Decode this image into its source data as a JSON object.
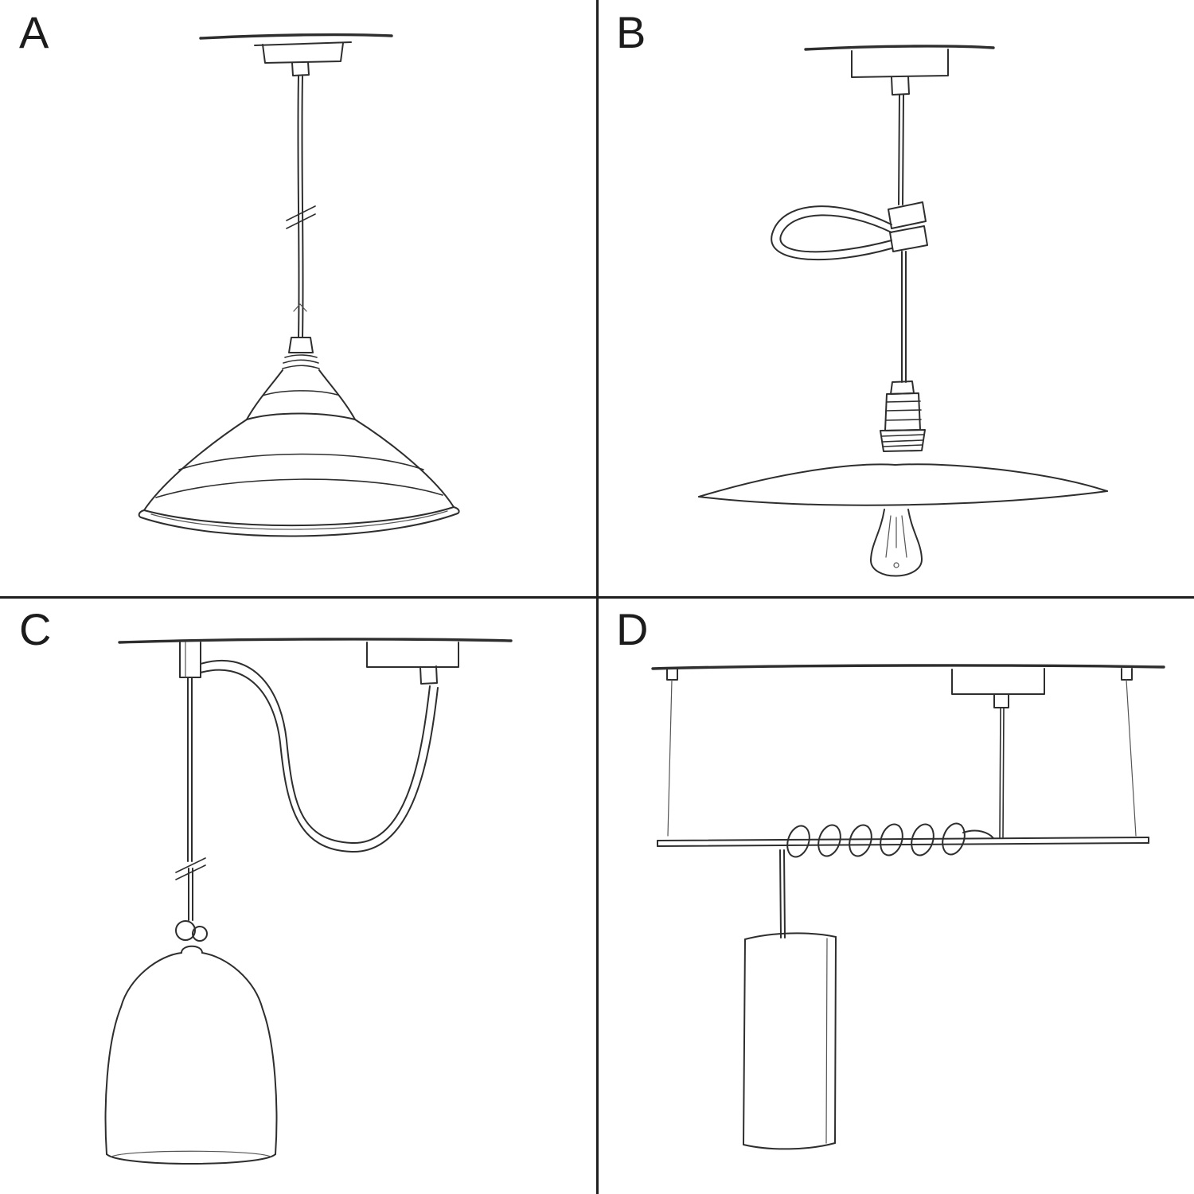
{
  "page": {
    "title": "Pendant lamp installation options sketch sheet"
  },
  "colors": {
    "ink": "#2e2e2e",
    "paper": "#ffffff",
    "divider": "#1f1f1f"
  },
  "panels": [
    {
      "label": "A",
      "name": "pendant-straight-drop-industrial-shade",
      "description": "ceiling rose, straight cable with length mark, lamp holder, wide industrial bowl shade"
    },
    {
      "label": "B",
      "name": "pendant-with-cable-clip-flat-shade-bulb",
      "description": "ceiling rose, cable with decorative clip loop, lamp holder, flat plate shade, exposed bulb"
    },
    {
      "label": "C",
      "name": "swag-pendant-bell-shade",
      "description": "ceiling rose with swag cable to hook, knotted cable, bell cloche shade"
    },
    {
      "label": "D",
      "name": "bar-suspension-coiled-cable-tube-shade",
      "description": "ceiling rose, suspended horizontal bar with coiled cable, cylindrical tube shade"
    }
  ]
}
